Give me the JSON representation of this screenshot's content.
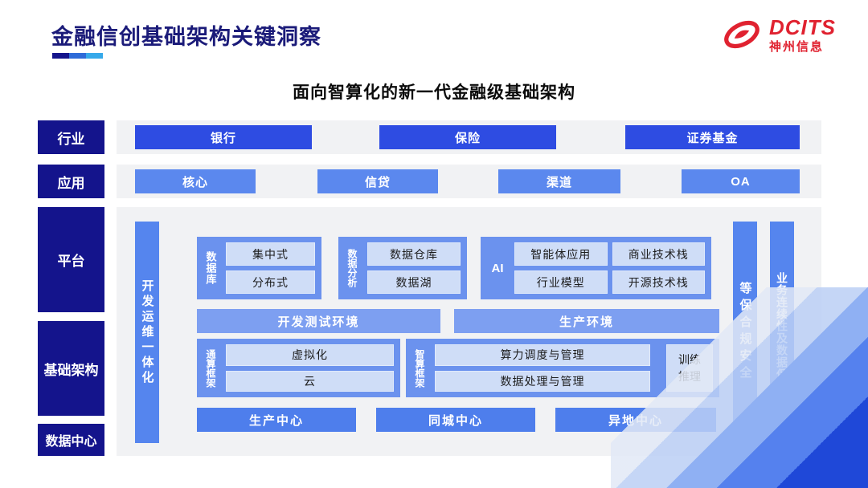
{
  "header": {
    "title": "金融信创基础架构关键洞察",
    "logo": {
      "brand": "DCITS",
      "company": "神州信息"
    }
  },
  "subtitle": "面向智算化的新一代金融级基础架构",
  "rows": [
    {
      "label": "行业",
      "items": [
        "银行",
        "保险",
        "证券基金"
      ]
    },
    {
      "label": "应用",
      "items": [
        "核心",
        "信贷",
        "渠道",
        "OA"
      ]
    }
  ],
  "rail_labels": [
    "平台",
    "基础架构",
    "数据中心"
  ],
  "platform": {
    "devops_bar": "开发运维一体化",
    "groups": [
      {
        "label": "数据库",
        "items": [
          "集中式",
          "分布式"
        ]
      },
      {
        "label": "数据分析",
        "items": [
          "数据仓库",
          "数据湖"
        ]
      },
      {
        "label": "AI",
        "items": [
          "智能体应用",
          "商业技术栈",
          "行业模型",
          "开源技术栈"
        ]
      }
    ],
    "env_bands": [
      "开发测试环境",
      "生产环境"
    ],
    "frameworks": [
      {
        "label": "通算框架",
        "items": [
          "虚拟化",
          "云"
        ]
      },
      {
        "label": "智算框架",
        "items": [
          "算力调度与管理",
          "数据处理与管理"
        ],
        "side_box": "训练推理"
      }
    ],
    "centers": [
      "生产中心",
      "同城中心",
      "异地中心"
    ],
    "right_bars": [
      "等保合规安全",
      "业务连续性及数据保护"
    ]
  },
  "colors": {
    "navy": "#14148c",
    "strong_blue": "#2e4ce2",
    "medium_blue": "#5b88ee",
    "group_blue": "#6b92ee",
    "chip_blue": "#cfddf7",
    "strip_gray": "#f1f2f4",
    "brand_red": "#e02230",
    "title_navy": "#1b1b79"
  }
}
